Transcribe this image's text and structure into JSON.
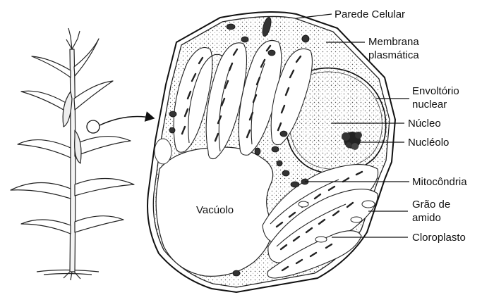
{
  "labels": {
    "parede": "Parede Celular",
    "membrana_1": "Membrana",
    "membrana_2": "plasmática",
    "envoltorio_1": "Envoltório",
    "envoltorio_2": "nuclear",
    "nucleo": "Núcleo",
    "nucleolo": "Nucléolo",
    "mitocondria": "Mitocôndria",
    "grao_1": "Grão de",
    "grao_2": "amido",
    "cloroplasto": "Cloroplasto",
    "vacuolo": "Vacúolo"
  }
}
